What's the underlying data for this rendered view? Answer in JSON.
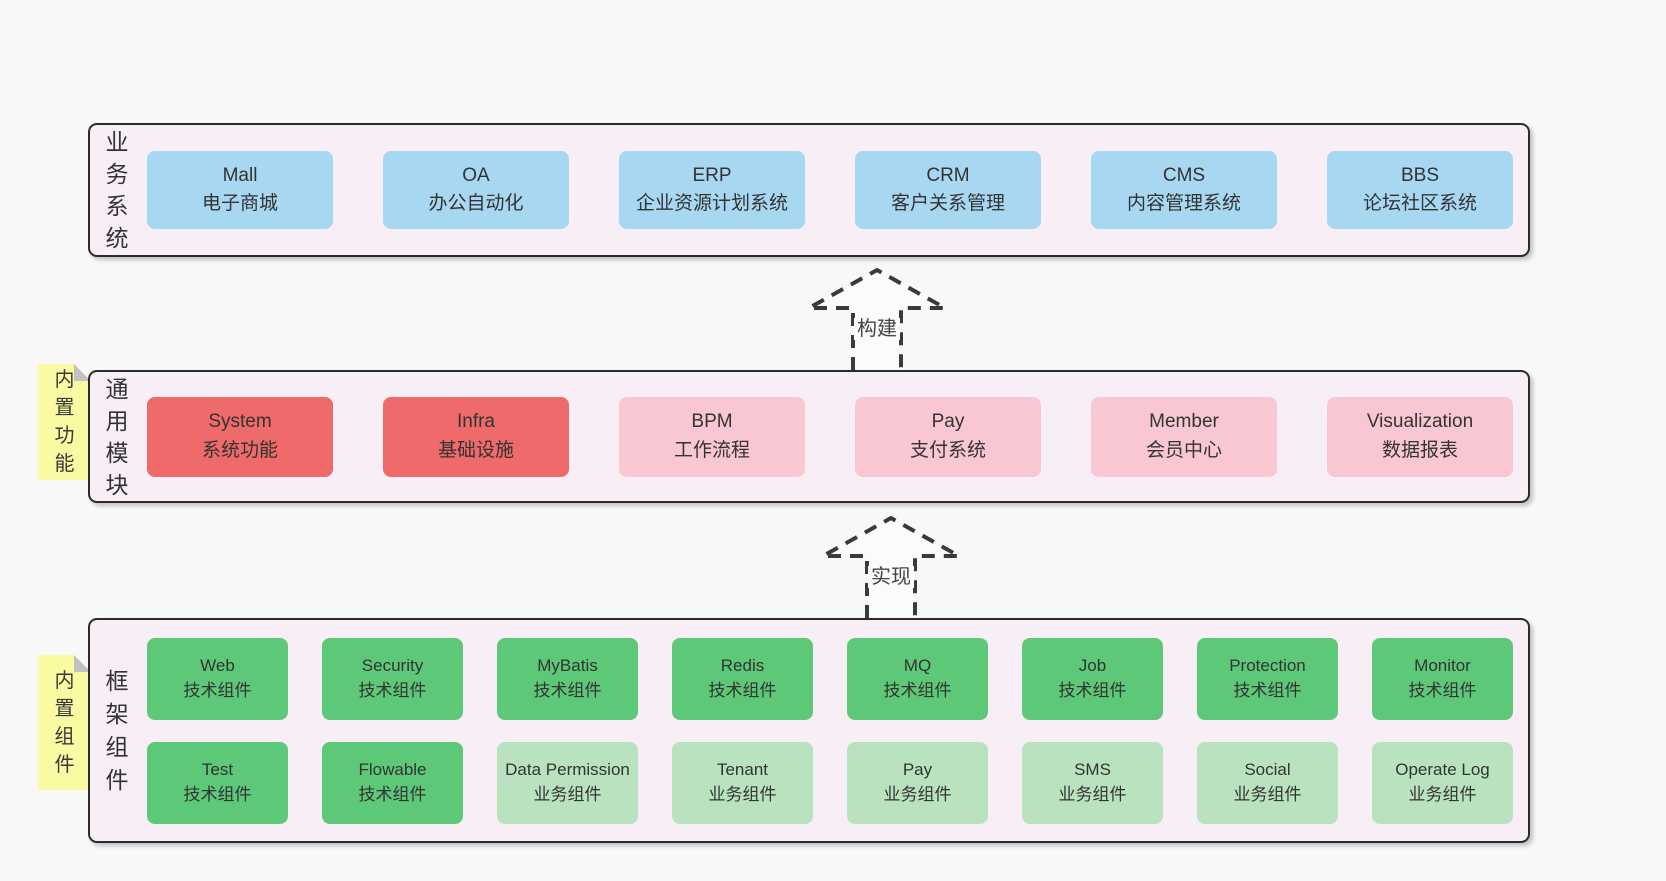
{
  "colors": {
    "page_bg": "#f8f8f8",
    "container_bg": "#f8eef6",
    "container_border": "#2b2b2b",
    "blue_box": "#a8d7f2",
    "red_box": "#ef6a6a",
    "pink_box": "#f9c7d1",
    "green_box": "#5dc878",
    "light_green_box": "#b9e3bf",
    "note_bg": "#fafaa3",
    "note_fold": "#c2c2c2",
    "text": "#333333"
  },
  "arrows": [
    {
      "label": "构建"
    },
    {
      "label": "实现"
    }
  ],
  "layers": {
    "business": {
      "label": "业务系统",
      "boxes": [
        {
          "title": "Mall",
          "subtitle": "电子商城",
          "variant": "blue"
        },
        {
          "title": "OA",
          "subtitle": "办公自动化",
          "variant": "blue"
        },
        {
          "title": "ERP",
          "subtitle": "企业资源计划系统",
          "variant": "blue"
        },
        {
          "title": "CRM",
          "subtitle": "客户关系管理",
          "variant": "blue"
        },
        {
          "title": "CMS",
          "subtitle": "内容管理系统",
          "variant": "blue"
        },
        {
          "title": "BBS",
          "subtitle": "论坛社区系统",
          "variant": "blue"
        }
      ]
    },
    "modules": {
      "label": "通用模块",
      "note": "内置功能",
      "boxes": [
        {
          "title": "System",
          "subtitle": "系统功能",
          "variant": "red"
        },
        {
          "title": "Infra",
          "subtitle": "基础设施",
          "variant": "red"
        },
        {
          "title": "BPM",
          "subtitle": "工作流程",
          "variant": "pink"
        },
        {
          "title": "Pay",
          "subtitle": "支付系统",
          "variant": "pink"
        },
        {
          "title": "Member",
          "subtitle": "会员中心",
          "variant": "pink"
        },
        {
          "title": "Visualization",
          "subtitle": "数据报表",
          "variant": "pink"
        }
      ]
    },
    "framework": {
      "label": "框架组件",
      "note": "内置组件",
      "rows": [
        [
          {
            "title": "Web",
            "subtitle": "技术组件",
            "variant": "green"
          },
          {
            "title": "Security",
            "subtitle": "技术组件",
            "variant": "green"
          },
          {
            "title": "MyBatis",
            "subtitle": "技术组件",
            "variant": "green"
          },
          {
            "title": "Redis",
            "subtitle": "技术组件",
            "variant": "green"
          },
          {
            "title": "MQ",
            "subtitle": "技术组件",
            "variant": "green"
          },
          {
            "title": "Job",
            "subtitle": "技术组件",
            "variant": "green"
          },
          {
            "title": "Protection",
            "subtitle": "技术组件",
            "variant": "green"
          },
          {
            "title": "Monitor",
            "subtitle": "技术组件",
            "variant": "green"
          }
        ],
        [
          {
            "title": "Test",
            "subtitle": "技术组件",
            "variant": "green"
          },
          {
            "title": "Flowable",
            "subtitle": "技术组件",
            "variant": "green"
          },
          {
            "title": "Data Permission",
            "subtitle": "业务组件",
            "variant": "lightgreen"
          },
          {
            "title": "Tenant",
            "subtitle": "业务组件",
            "variant": "lightgreen"
          },
          {
            "title": "Pay",
            "subtitle": "业务组件",
            "variant": "lightgreen"
          },
          {
            "title": "SMS",
            "subtitle": "业务组件",
            "variant": "lightgreen"
          },
          {
            "title": "Social",
            "subtitle": "业务组件",
            "variant": "lightgreen"
          },
          {
            "title": "Operate Log",
            "subtitle": "业务组件",
            "variant": "lightgreen"
          }
        ]
      ]
    }
  }
}
